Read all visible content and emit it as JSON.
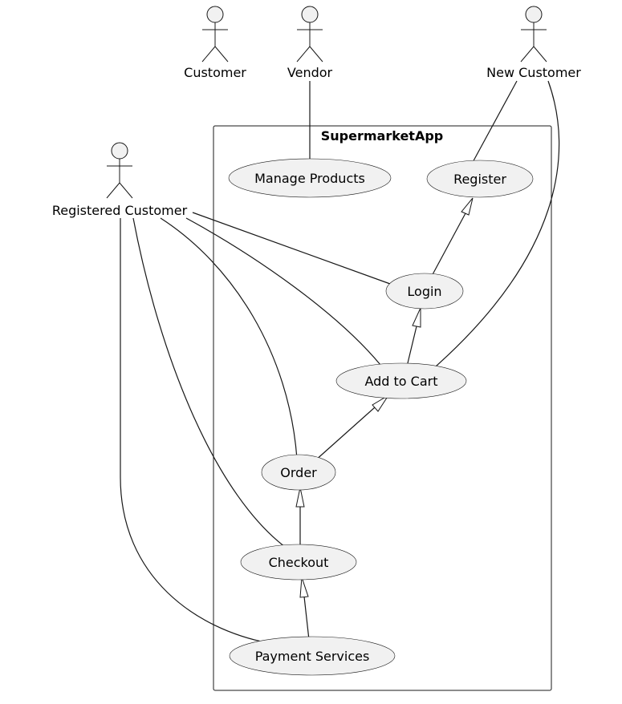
{
  "diagram": {
    "system_title": "SupermarketApp",
    "actors": {
      "customer": "Customer",
      "vendor": "Vendor",
      "new_customer": "New Customer",
      "registered_customer": "Registered Customer"
    },
    "use_cases": {
      "manage_products": "Manage Products",
      "register": "Register",
      "login": "Login",
      "add_to_cart": "Add to Cart",
      "order": "Order",
      "checkout": "Checkout",
      "payment_services": "Payment Services"
    },
    "associations": [
      {
        "from": "Vendor",
        "to": "Manage Products"
      },
      {
        "from": "New Customer",
        "to": "Register"
      },
      {
        "from": "New Customer",
        "to": "Add to Cart"
      },
      {
        "from": "Registered Customer",
        "to": "Login"
      },
      {
        "from": "Registered Customer",
        "to": "Add to Cart"
      },
      {
        "from": "Registered Customer",
        "to": "Order"
      },
      {
        "from": "Registered Customer",
        "to": "Checkout"
      },
      {
        "from": "Registered Customer",
        "to": "Payment Services"
      }
    ],
    "generalizations": [
      {
        "child": "Login",
        "parent": "Register"
      },
      {
        "child": "Add to Cart",
        "parent": "Login"
      },
      {
        "child": "Order",
        "parent": "Add to Cart"
      },
      {
        "child": "Checkout",
        "parent": "Order"
      },
      {
        "child": "Payment Services",
        "parent": "Checkout"
      }
    ]
  }
}
